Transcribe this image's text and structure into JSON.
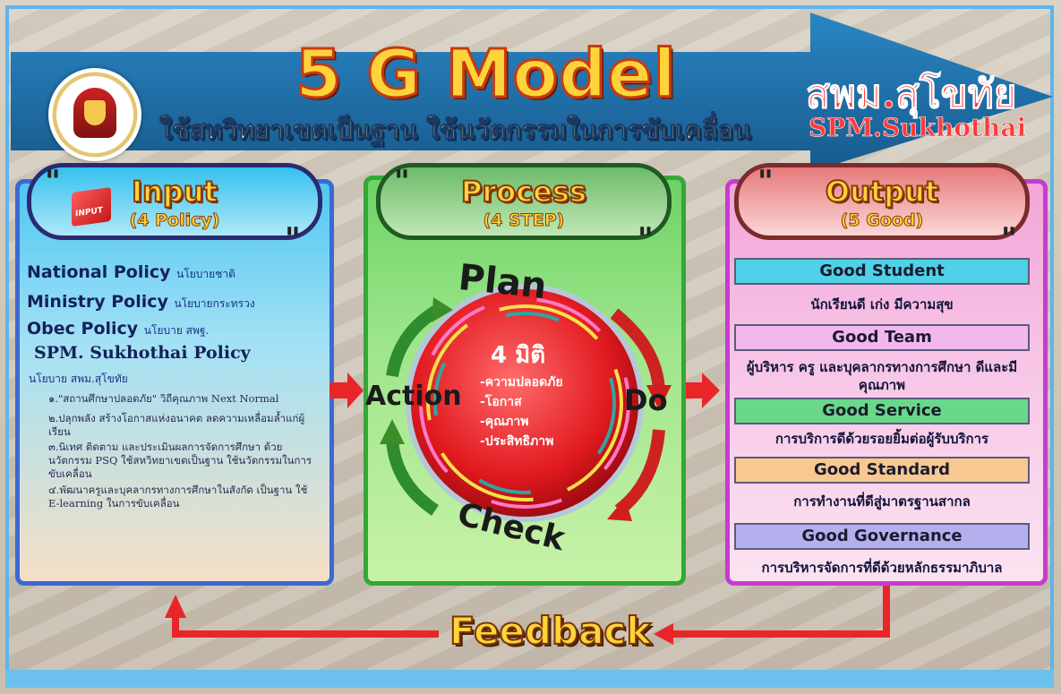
{
  "header": {
    "title": "5 G Model",
    "subtitle": "ใช้สหวิทยาเขตเป็นฐาน ใช้นวัตกรรมในการขับเคลื่อน",
    "brand_th": "สพม.สุโขทัย",
    "brand_en": "SPM.Sukhothai"
  },
  "input": {
    "title": "Input",
    "subtitle": "(4 Policy)",
    "box_label": "INPUT",
    "policies": [
      {
        "name": "National Policy",
        "th": "นโยบายชาติ"
      },
      {
        "name": "Ministry Policy",
        "th": "นโยบายกระทรวง"
      },
      {
        "name": "Obec Policy",
        "th": "นโยบาย สพฐ."
      },
      {
        "name": "SPM. Sukhothai Policy",
        "th": ""
      }
    ],
    "spm_th": "นโยบาย สพม.สุโขทัย",
    "steps": [
      "๑.\"สถานศึกษาปลอดภัย\" วิถีคุณภาพ Next Normal",
      "๒.ปลุกพลัง สร้างโอกาสแห่งอนาคต ลดความเหลื่อมล้ำแก่ผู้เรียน",
      "๓.นิเทศ ติดตาม และประเมินผลการจัดการศึกษา ด้วยนวัตกรรม PSQ ใช้สหวิทยาเขตเป็นฐาน ใช้นวัตกรรมในการขับเคลื่อน",
      "๔.พัฒนาครูและบุคลากรทางการศึกษาในสังกัด เป็นฐาน ใช้ E-learning ในการขับเคลื่อน"
    ]
  },
  "process": {
    "title": "Process",
    "subtitle": "(4 STEP)",
    "plan": "Plan",
    "do": "Do",
    "check": "Check",
    "action": "Action",
    "center_title": "4 มิติ",
    "dimensions": [
      "-ความปลอดภัย",
      "-โอกาส",
      "-คุณภาพ",
      "-ประสิทธิภาพ"
    ]
  },
  "output": {
    "title": "Output",
    "subtitle": "(5 Good)",
    "goods": [
      {
        "label": "Good Student",
        "desc": "นักเรียนดี เก่ง มีความสุข",
        "color": "#4fd1e8"
      },
      {
        "label": "Good Team",
        "desc": "ผู้บริหาร ครู และบุคลากรทางการศึกษา ดีและมีคุณภาพ",
        "color": "#f3b7ef"
      },
      {
        "label": "Good Service",
        "desc": "การบริการดีด้วยรอยยิ้มต่อผู้รับบริการ",
        "color": "#69d88a"
      },
      {
        "label": "Good Standard",
        "desc": "การทำงานที่ดีสู่มาตรฐานสากล",
        "color": "#f8c890"
      },
      {
        "label": "Good Governance",
        "desc": "การบริหารจัดการที่ดีด้วยหลักธรรมาภิบาล",
        "color": "#b4b0ee"
      }
    ]
  },
  "feedback": "Feedback",
  "quote_mark": "\"",
  "colors": {
    "arrow_red": "#e8262a",
    "banner_blue": "#1f6fa4",
    "title_yellow": "#ffd43b"
  }
}
